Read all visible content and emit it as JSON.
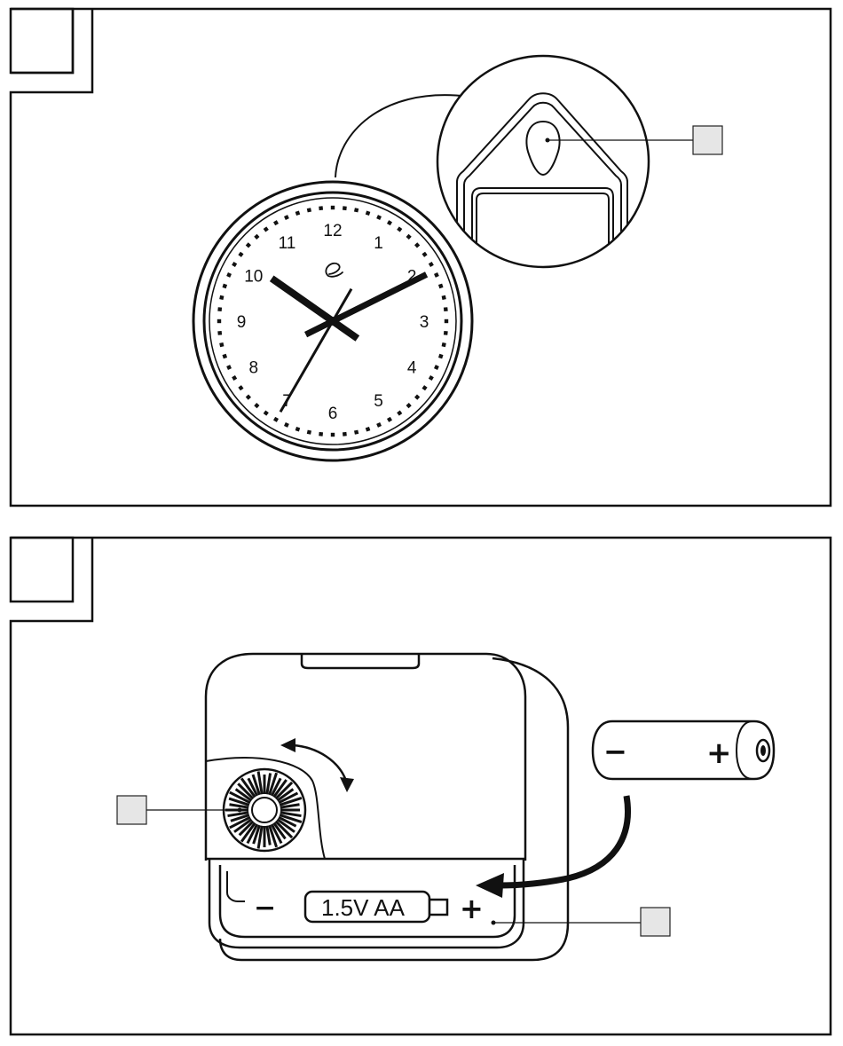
{
  "figure1": {
    "dial_numbers": [
      "12",
      "1",
      "2",
      "3",
      "4",
      "5",
      "6",
      "7",
      "8",
      "9",
      "10",
      "11"
    ],
    "time_hour": 10,
    "time_minute": 10,
    "time_second": 35
  },
  "figure2": {
    "battery_compartment_label": "1.5V AA",
    "compartment_minus": "−",
    "compartment_plus": "+",
    "battery_minus": "−",
    "battery_plus": "+"
  },
  "colors": {
    "ink": "#111111",
    "callout_fill": "#e6e6e6"
  }
}
